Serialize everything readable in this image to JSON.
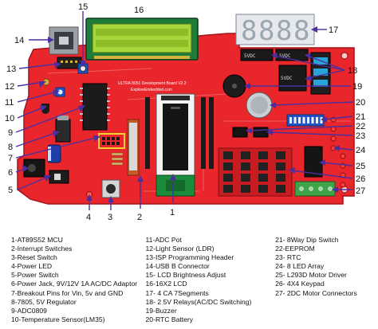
{
  "board": {
    "silkscreen_title": "ULTRA 8051 Development Board V2.2",
    "silkscreen_url": "ExploreEmbedded.com",
    "seven_segment_digits": [
      "8",
      "8",
      "8",
      "8"
    ],
    "relay_labels": [
      "5VDC",
      "5VDC",
      "5VDC"
    ],
    "colors": {
      "pcb": "#e8262b",
      "pcb_dark": "#b81a1f",
      "lcd_green": "#a9d63a",
      "seg_grey": "#8a9aa8"
    }
  },
  "callouts": [
    "1",
    "2",
    "3",
    "4",
    "5",
    "6",
    "7",
    "8",
    "9",
    "10",
    "11",
    "12",
    "13",
    "14",
    "15",
    "16",
    "17",
    "18",
    "19",
    "20",
    "21",
    "22",
    "23",
    "24",
    "25",
    "26",
    "27"
  ],
  "legend": {
    "col1": [
      "1-AT89S52 MCU",
      "2-Interrupt Switches",
      "3-Reset Switch",
      "4-Power LED",
      "5-Power Switch",
      "6-Power Jack, 9V/12V 1A  AC/DC Adaptor",
      "7-Breakout Pins for Vin, 5v and GND",
      "8-7805,  5V Regulator",
      "9-ADC0809",
      "10-Temperature Sensor(LM35)"
    ],
    "col2": [
      "11-ADC Pot",
      "12-Light Sensor (LDR)",
      "13-ISP Programming Header",
      "14-USB B Connector",
      "15- LCD Brightness Adjust",
      "16-16X2 LCD",
      "17- 4 CA 7Segments",
      "18- 2 5V Relays(AC/DC Switching)",
      "19-Buzzer",
      "20-RTC Battery"
    ],
    "col3": [
      "21- 8Way Dip Switch",
      "22-EEPROM",
      "23- RTC",
      "24- 8 LED Array",
      "25- L293D Motor Driver",
      "26- 4X4 Keypad",
      "27- 2DC Motor Connectors"
    ]
  }
}
